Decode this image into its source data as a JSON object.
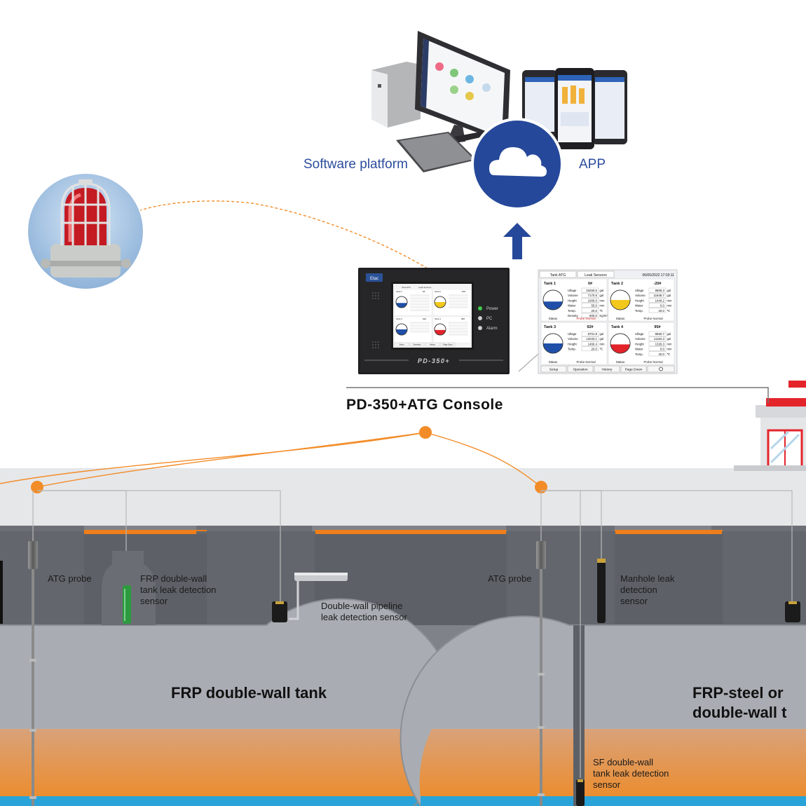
{
  "labels": {
    "software_platform": "Software platform",
    "app": "APP",
    "console_title": "PD-350+ATG Console",
    "atg_probe_1": "ATG probe",
    "frp_tank_sensor": "FRP double-wall\ntank leak detection\nsensor",
    "pipeline_sensor": "Double-wall pipeline\nleak detection sensor",
    "atg_probe_2": "ATG probe",
    "manhole_sensor": "Manhole leak\ndetection\nsensor",
    "sf_sensor": "SF double-wall\ntank leak detection\nsensor",
    "tank_frp": "FRP double-wall tank",
    "tank_frp_steel": "FRP-steel or\ndouble-wall t"
  },
  "console_device": {
    "brand": "Etac",
    "model": "PD-350+",
    "leds": [
      "Power",
      "PC",
      "Alarm"
    ]
  },
  "console_screen": {
    "tabs": [
      "Tank ATG",
      "Leak Sensors"
    ],
    "datetime": "06/05/2022 17:03:11",
    "tanks": [
      {
        "name": "Tank 1",
        "id": "0#",
        "fill": 0.42,
        "color": "#1f4fa8",
        "rows": [
          [
            "Ullage",
            "33450.6",
            "gal"
          ],
          [
            "Volume",
            "7170.5",
            "gal"
          ],
          [
            "Height",
            "1000.0",
            "mm"
          ],
          [
            "Water",
            "55.0",
            "mm"
          ],
          [
            "Temp.",
            "20.0",
            "℃"
          ],
          [
            "Density",
            "800.0",
            "Kg/m³"
          ]
        ],
        "status": "Probe Normal",
        "status_color": "#d22b2b"
      },
      {
        "name": "Tank 2",
        "id": "-20#",
        "fill": 0.5,
        "color": "#f2c81c",
        "rows": [
          [
            "Ullage",
            "8809.3",
            "gal"
          ],
          [
            "Volume",
            "11845.7",
            "gal"
          ],
          [
            "Height",
            "1440.2",
            "mm"
          ],
          [
            "Water",
            "0.0",
            "mm"
          ],
          [
            "Temp.",
            "20.0",
            "℃"
          ]
        ],
        "status": "Probe Normal",
        "status_color": "#222222"
      },
      {
        "name": "Tank 3",
        "id": "92#",
        "fill": 0.5,
        "color": "#1f4fa8",
        "rows": [
          [
            "Ullage",
            "8701.9",
            "gal"
          ],
          [
            "Volume",
            "12033.1",
            "gal"
          ],
          [
            "Height",
            "1460.4",
            "mm"
          ],
          [
            "Temp.",
            "20.0",
            "℃"
          ]
        ],
        "status": "Probe Normal",
        "status_color": "#222222"
      },
      {
        "name": "Tank 4",
        "id": "95#",
        "fill": 0.45,
        "color": "#e2232a",
        "rows": [
          [
            "Ullage",
            "9550.7",
            "gal"
          ],
          [
            "Volume",
            "11184.3",
            "gal"
          ],
          [
            "Height",
            "1326.3",
            "mm"
          ],
          [
            "Water",
            "0.0",
            "mm"
          ],
          [
            "Temp.",
            "20.0",
            "℃"
          ]
        ],
        "status": "Probe Normal",
        "status_color": "#222222"
      }
    ],
    "status_label": "Status",
    "buttons": [
      "Setup",
      "Operation",
      "History",
      "Page Down"
    ]
  },
  "colors": {
    "accent_blue": "#2c4c9c",
    "orange": "#f28c28",
    "soil": "#7f8389",
    "tank": "#a8acb2",
    "fuel": "#e0883a",
    "water": "#2aa3d8"
  }
}
